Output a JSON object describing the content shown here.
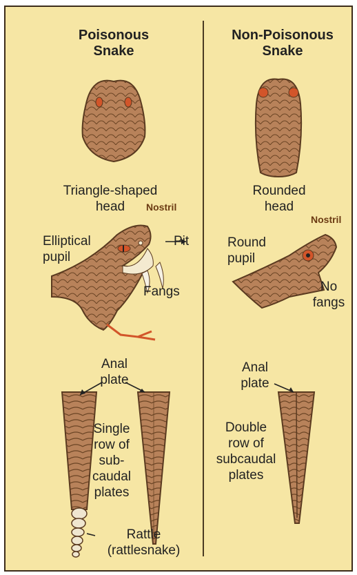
{
  "poisonous": {
    "title": "Poisonous\nSnake",
    "head_caption": "Triangle-shaped\nhead",
    "nostril": "Nostril",
    "pupil": "Elliptical\npupil",
    "pit": "Pit",
    "fangs": "Fangs",
    "anal_plate": "Anal\nplate",
    "subcaudal": "Single\nrow of\nsub-\ncaudal\nplates",
    "rattle": "Rattle\n(rattlesnake)"
  },
  "non_poisonous": {
    "title": "Non-Poisonous\nSnake",
    "head_caption": "Rounded\nhead",
    "nostril": "Nostril",
    "pupil": "Round\npupil",
    "fangs": "No\nfangs",
    "anal_plate": "Anal\nplate",
    "subcaudal": "Double\nrow of\nsubcaudal\nplates"
  },
  "colors": {
    "background": "#f6e6a4",
    "snake_fill": "#b8825a",
    "snake_line": "#5a3a20",
    "eye": "#d2552a",
    "tongue": "#d2552a"
  }
}
